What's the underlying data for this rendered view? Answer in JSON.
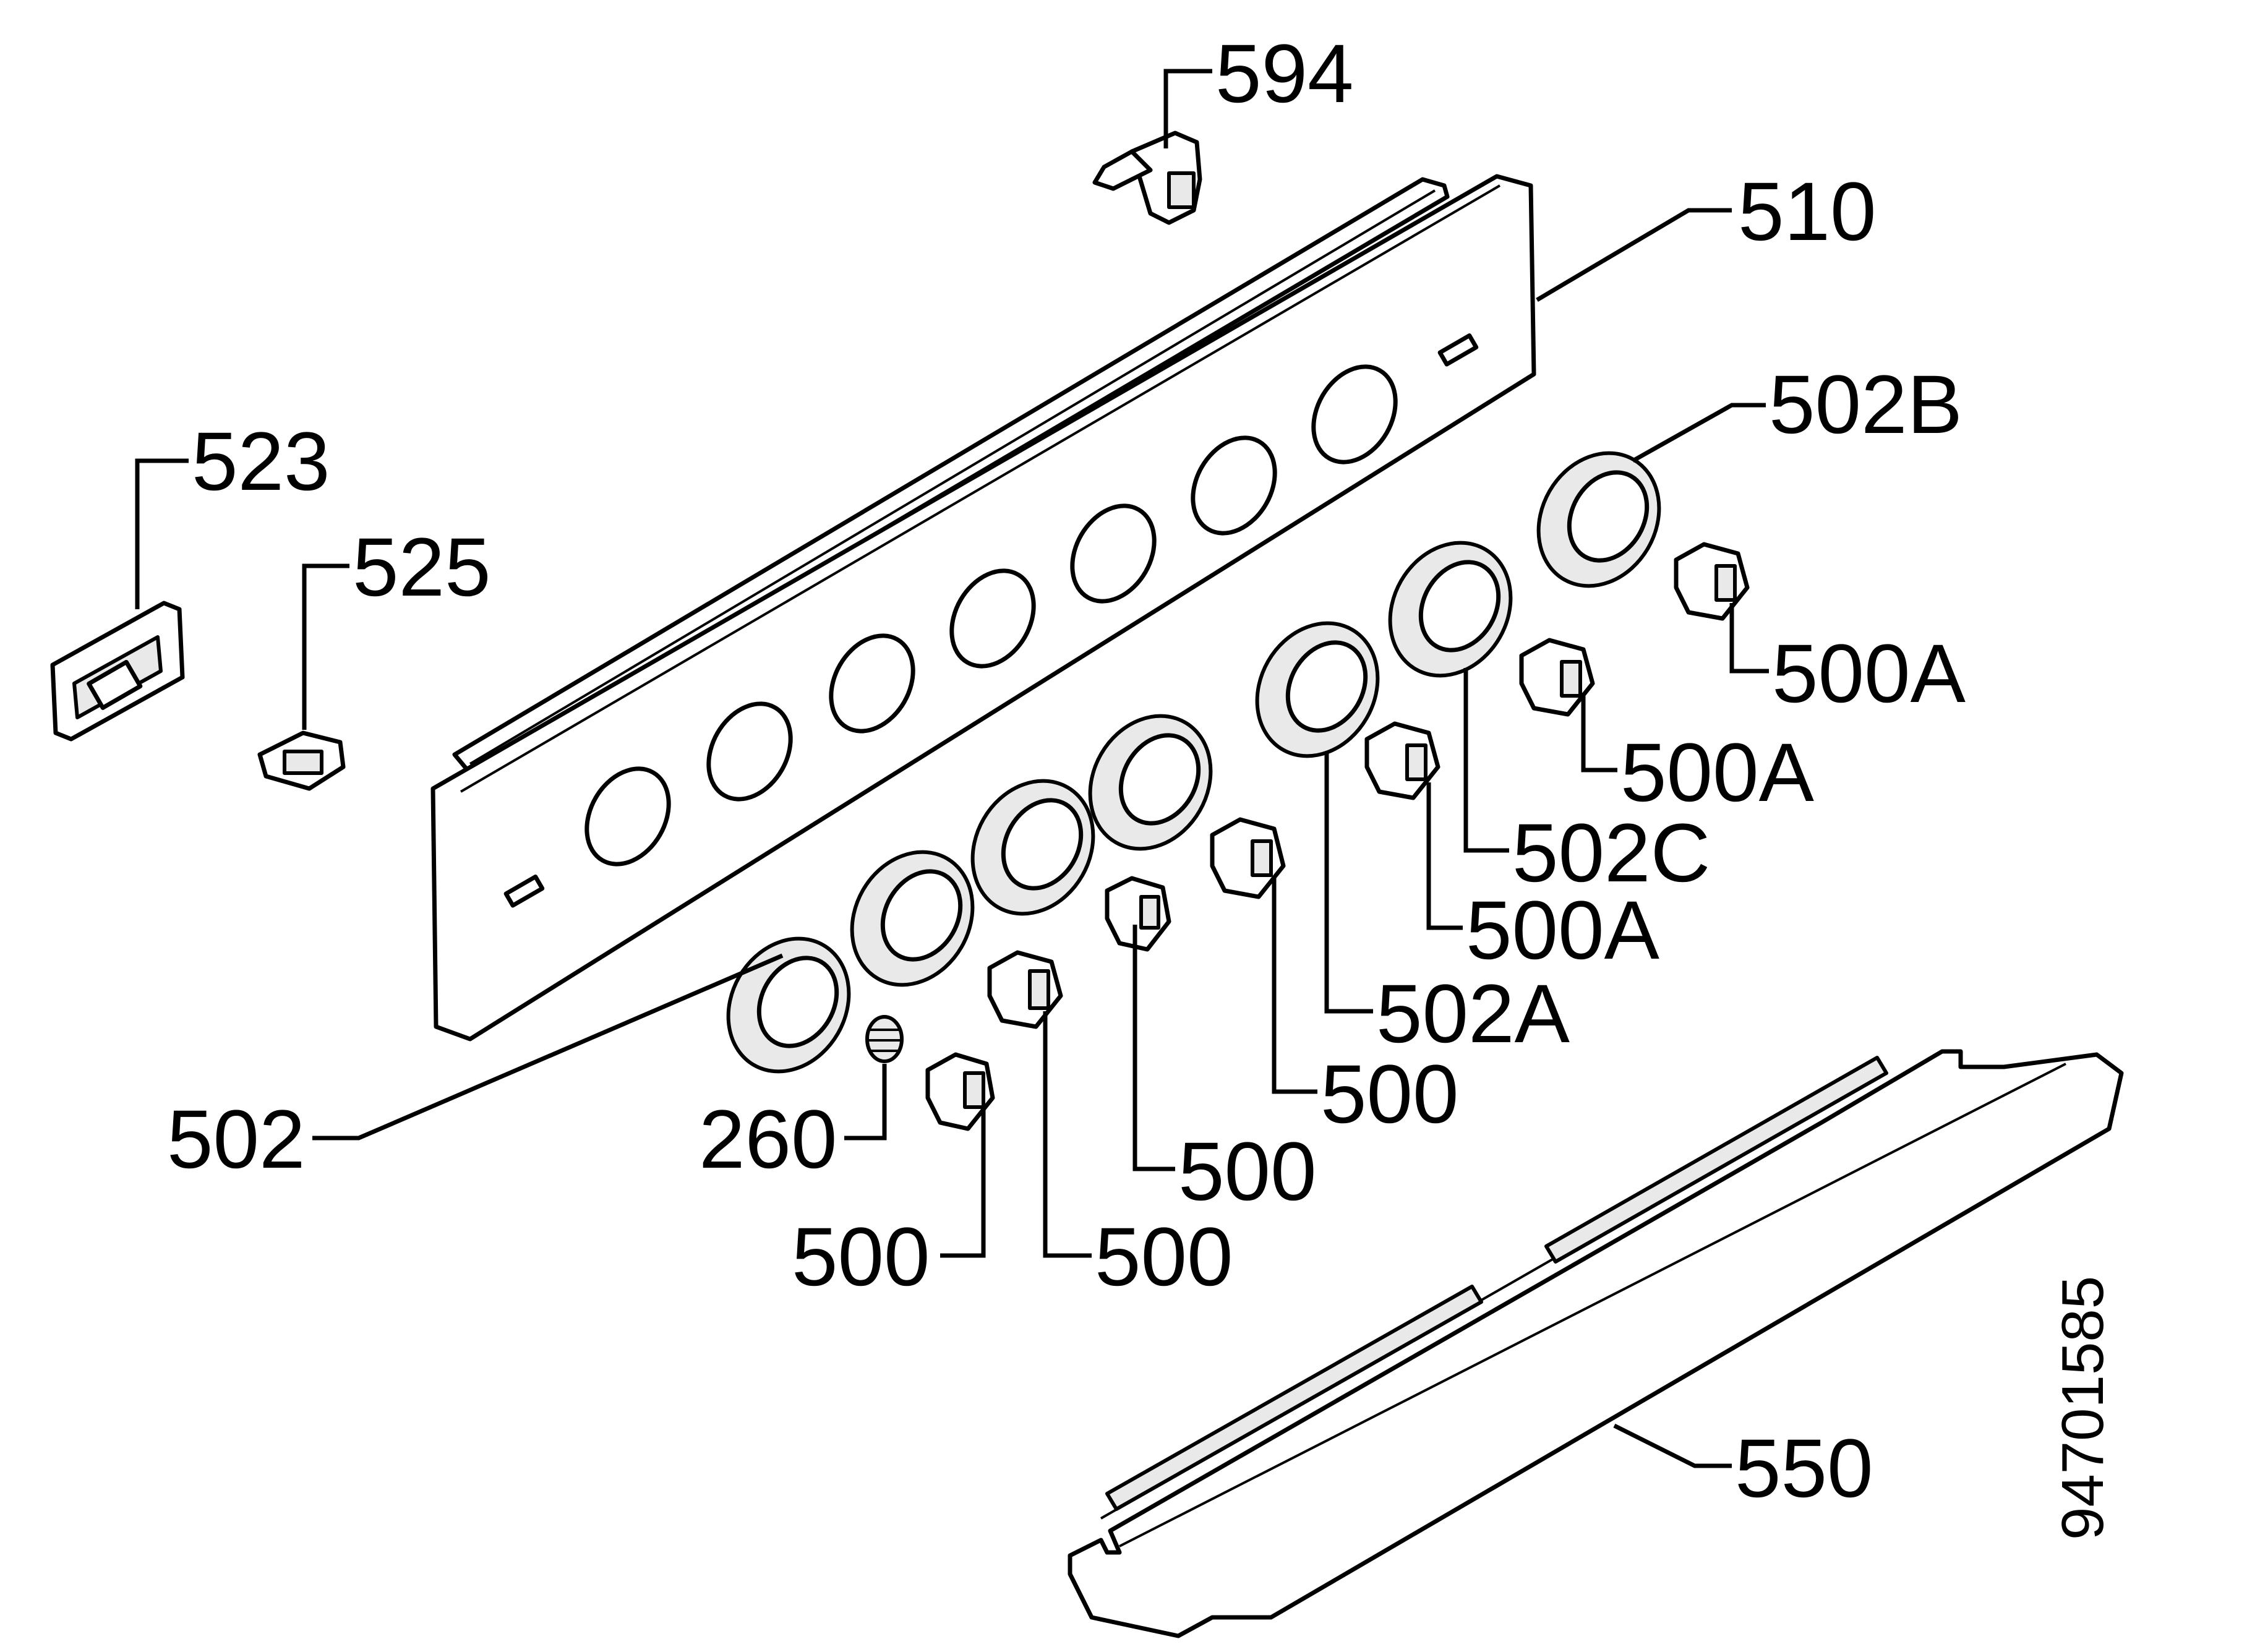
{
  "diagram": {
    "labels": {
      "p594": "594",
      "p510": "510",
      "p502B": "502B",
      "p523": "523",
      "p525": "525",
      "p500A_1": "500A",
      "p500A_2": "500A",
      "p502C": "502C",
      "p500A_3": "500A",
      "p502A": "502A",
      "p500_1": "500",
      "p500_2": "500",
      "p502": "502",
      "p260": "260",
      "p500_3": "500",
      "p500_4": "500",
      "p550": "550"
    },
    "drawing_number": "94701585"
  }
}
